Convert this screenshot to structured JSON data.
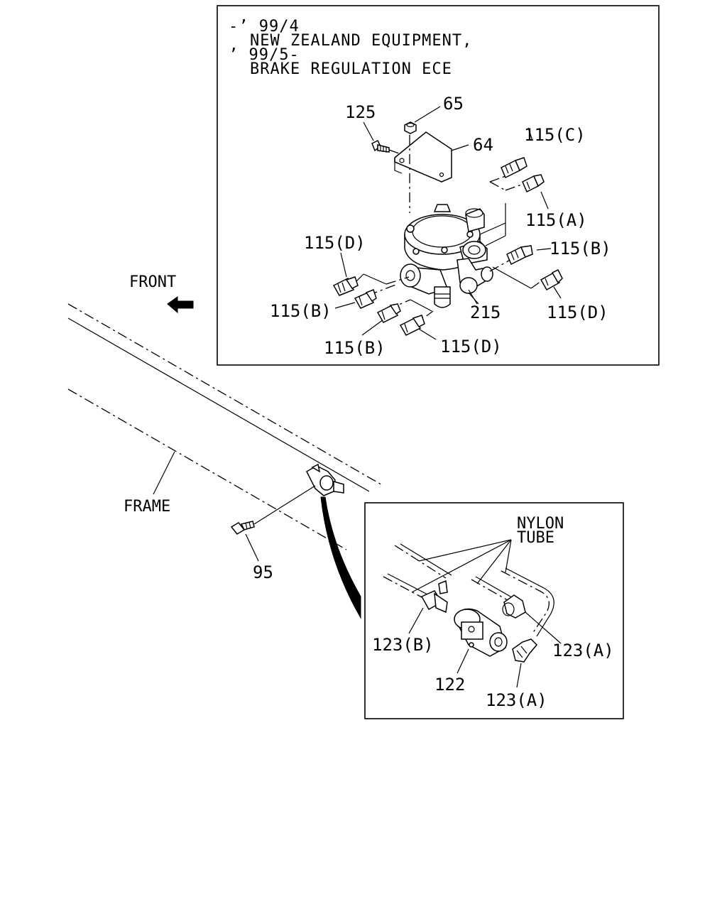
{
  "header": {
    "line1": "-’ 99/4",
    "line2": "NEW ZEALAND EQUIPMENT,",
    "line3": "’ 99/5-",
    "line4": "BRAKE REGULATION ECE"
  },
  "labels": {
    "p125": "125",
    "p65": "65",
    "p64": "64",
    "p115c": "115(C)",
    "p115a": "115(A)",
    "p115d_left": "115(D)",
    "p115b_right": "115(B)",
    "p115b_left": "115(B)",
    "p215": "215",
    "p115d_right": "115(D)",
    "p115b_bottom": "115(B)",
    "p115d_bottom": "115(D)",
    "front": "FRONT",
    "frame": "FRAME",
    "p95": "95",
    "nylon1": "NYLON",
    "nylon2": "TUBE",
    "p123b": "123(B)",
    "p123a_right": "123(A)",
    "p122": "122",
    "p123a_bottom": "123(A)"
  }
}
